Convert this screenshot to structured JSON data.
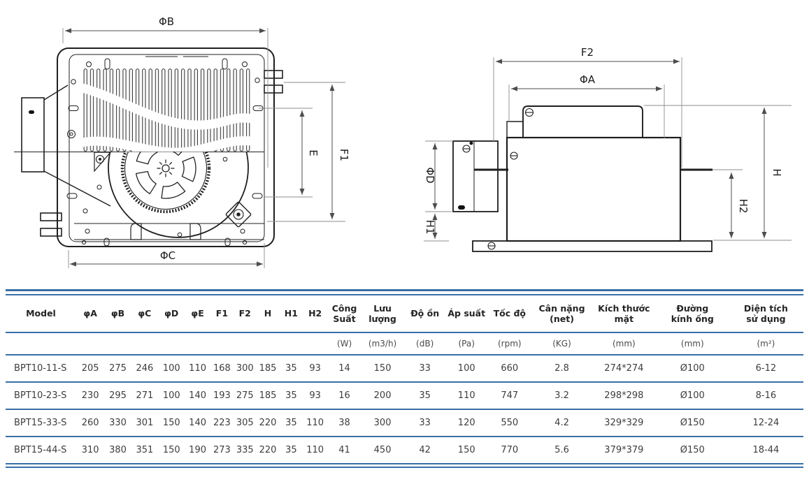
{
  "colors": {
    "accent": "#3a6fa6",
    "line": "#1f1f1f"
  },
  "drawings": {
    "front_view": {
      "labels": {
        "phiB": "ΦB",
        "phiC": "ΦC",
        "E": "E",
        "F1": "F1"
      }
    },
    "side_view": {
      "labels": {
        "F2": "F2",
        "phiA": "ΦA",
        "phiD": "ΦD",
        "H1": "H1",
        "H2": "H2",
        "H": "H"
      }
    }
  },
  "table": {
    "columns": [
      "Model",
      "φA",
      "φB",
      "φC",
      "φD",
      "φE",
      "F1",
      "F2",
      "H",
      "H1",
      "H2",
      "Công\nSuất",
      "Lưu\nlượng",
      "Độ ồn",
      "Áp suất",
      "Tốc độ",
      "Cân nặng\n(net)",
      "Kích thước\nmặt",
      "Đường\nkính ống",
      "Diện tích\nsử dụng"
    ],
    "units": [
      "",
      "",
      "",
      "",
      "",
      "",
      "",
      "",
      "",
      "",
      "",
      "(W)",
      "(m3/h)",
      "(dB)",
      "(Pa)",
      "(rpm)",
      "(KG)",
      "(mm)",
      "(mm)",
      "(m²)"
    ],
    "rows": [
      [
        "BPT10-11-S",
        "205",
        "275",
        "246",
        "100",
        "110",
        "168",
        "300",
        "185",
        "35",
        "93",
        "14",
        "150",
        "33",
        "100",
        "660",
        "2.8",
        "274*274",
        "Ø100",
        "6-12"
      ],
      [
        "BPT10-23-S",
        "230",
        "295",
        "271",
        "100",
        "140",
        "193",
        "275",
        "185",
        "35",
        "93",
        "16",
        "200",
        "35",
        "110",
        "747",
        "3.2",
        "298*298",
        "Ø100",
        "8-16"
      ],
      [
        "BPT15-33-S",
        "260",
        "330",
        "301",
        "150",
        "140",
        "223",
        "305",
        "220",
        "35",
        "110",
        "38",
        "300",
        "33",
        "120",
        "550",
        "4.2",
        "329*329",
        "Ø150",
        "12-24"
      ],
      [
        "BPT15-44-S",
        "310",
        "380",
        "351",
        "150",
        "190",
        "273",
        "335",
        "220",
        "35",
        "110",
        "41",
        "450",
        "42",
        "150",
        "770",
        "5.6",
        "379*379",
        "Ø150",
        "18-44"
      ]
    ]
  }
}
